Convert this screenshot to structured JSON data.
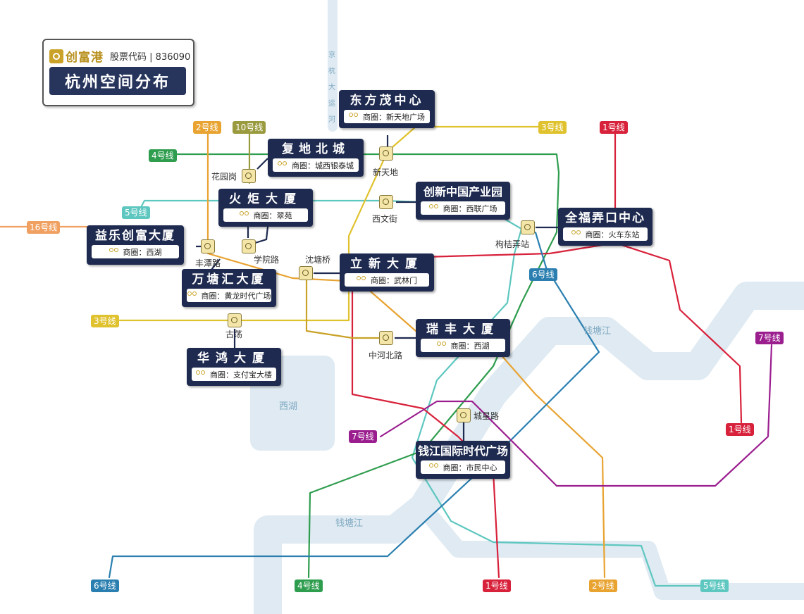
{
  "header": {
    "brand": "创富港",
    "stock_label": "股票代码",
    "stock_code": "836090",
    "title": "杭州空间分布"
  },
  "colors": {
    "line1": "#d8213b",
    "line2": "#e8a331",
    "line3": "#e0c22e",
    "line4": "#2e9d4e",
    "line5": "#5ec7c0",
    "line6": "#2a7fb0",
    "line7": "#9b1e8f",
    "line10": "#9a9a3e",
    "line16": "#f0a061",
    "water": "#dfeaf2",
    "building_bg": "#1e2a4f"
  },
  "buildings": [
    {
      "name": "东方茂中心",
      "area": "商圈：新天地广场"
    },
    {
      "name": "复地北城",
      "area": "商圈：城西银泰城"
    },
    {
      "name": "火炬大厦",
      "area": "商圈：翠苑"
    },
    {
      "name": "创新中国产业园",
      "area": "商圈：西联广场"
    },
    {
      "name": "全福弄口中心",
      "area": "商圈：火车东站"
    },
    {
      "name": "益乐创富大厦",
      "area": "商圈：西湖"
    },
    {
      "name": "立新大厦",
      "area": "商圈：武林门"
    },
    {
      "name": "万塘汇大厦",
      "area": "商圈：黄龙时代广场"
    },
    {
      "name": "瑞丰大厦",
      "area": "商圈：西湖"
    },
    {
      "name": "华鸿大厦",
      "area": "商圈：支付宝大楼"
    },
    {
      "name": "钱江国际时代广场",
      "area": "商圈：市民中心"
    }
  ],
  "stations": [
    "新天地",
    "花园岗",
    "西文街",
    "枸桔弄站",
    "丰潭路",
    "学院路",
    "沈塘桥",
    "古荡",
    "中河北路",
    "城星路"
  ],
  "line_badges": [
    "2号线",
    "10号线",
    "3号线",
    "1号线",
    "4号线",
    "5号线",
    "16号线",
    "6号线",
    "3号线",
    "7号线",
    "7号线",
    "1号线",
    "6号线",
    "4号线",
    "1号线",
    "2号线",
    "5号线"
  ],
  "water_labels": [
    "钱塘江",
    "西湖",
    "钱塘江"
  ],
  "canal_label": [
    "京",
    "杭",
    "大",
    "运",
    "河"
  ]
}
